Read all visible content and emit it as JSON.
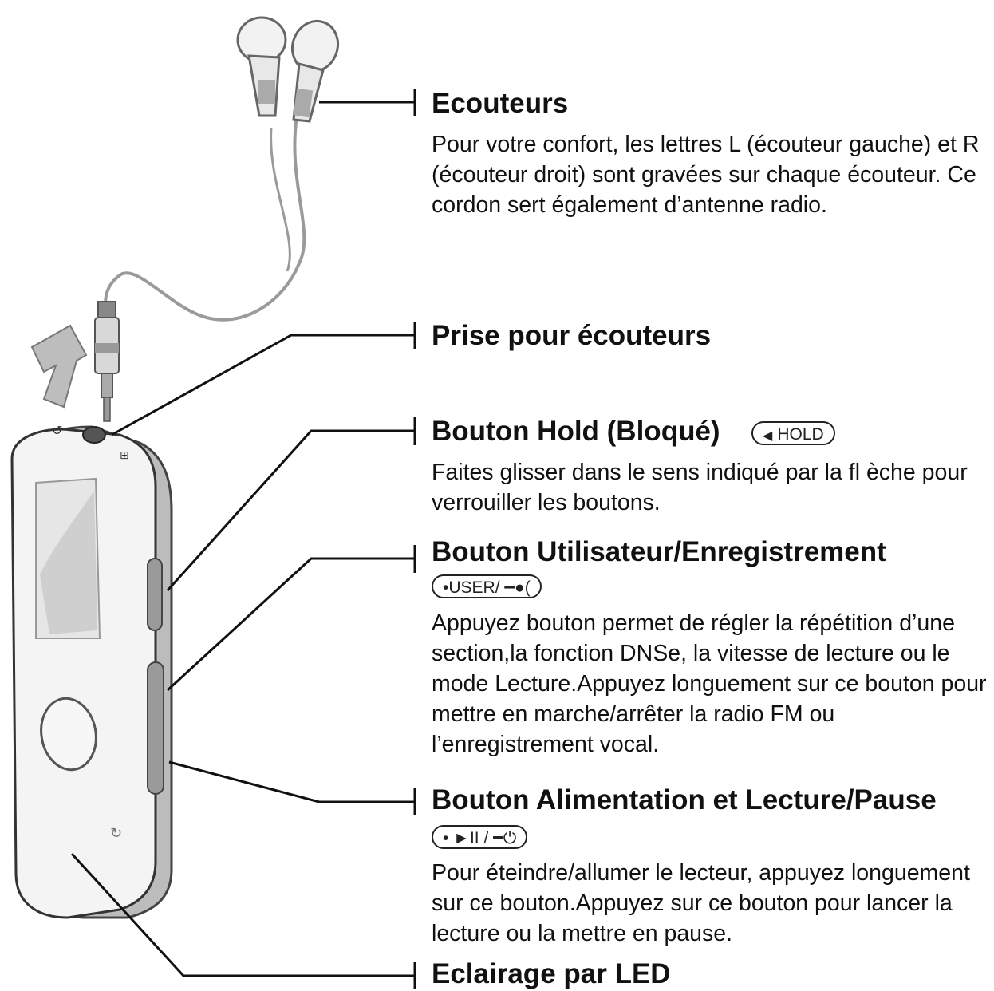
{
  "callouts": {
    "earphones": {
      "title": "Ecouteurs",
      "description": "Pour votre confort, les lettres L (écouteur gauche) et R (écouteur droit) sont gravées sur chaque écouteur. Ce cordon sert également d’antenne radio."
    },
    "jack": {
      "title": "Prise pour écouteurs"
    },
    "hold": {
      "title": "Bouton Hold (Bloqué)",
      "badge": "HOLD",
      "badge_icon": "left-triangle-icon",
      "description": "Faites glisser dans le sens indiqué par la fl èche pour verrouiller les boutons."
    },
    "user_rec": {
      "title": "Bouton Utilisateur/Enregistrement",
      "badge": "•USER/ ━●(",
      "description": "Appuyez bouton permet de régler la répétition d’une section,la fonction DNSe, la vitesse de lecture ou le mode Lecture.Appuyez longuement sur ce bouton pour mettre en marche/arrêter la radio FM ou l’enregistrement vocal."
    },
    "power_play": {
      "title": "Bouton Alimentation et Lecture/Pause",
      "badge": "• ►II / ━⏻",
      "description": "Pour éteindre/allumer le lecteur, appuyez longuement sur ce bouton.Appuyez sur ce bouton pour lancer la lecture ou la mettre en pause."
    },
    "led": {
      "title": "Eclairage par LED"
    }
  },
  "colors": {
    "line": "#111111",
    "device_body": "#f4f4f4",
    "device_shadow": "#bdbdbd",
    "buttons": "#9a9a9a"
  }
}
